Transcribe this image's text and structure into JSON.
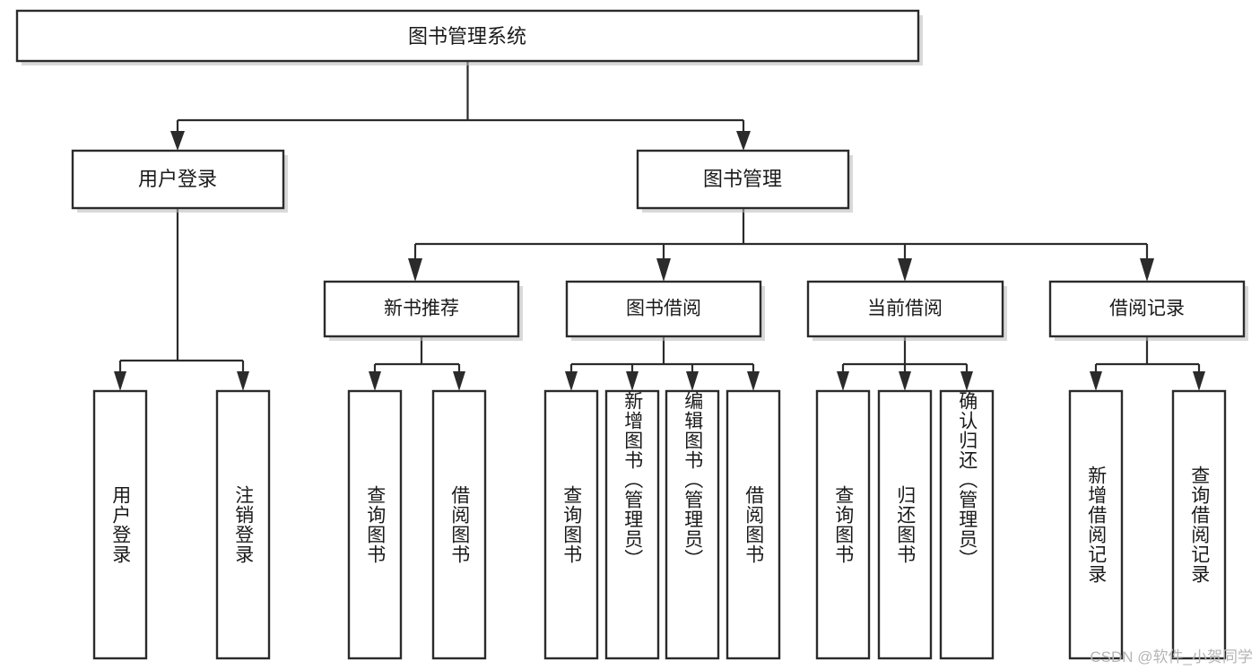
{
  "diagram": {
    "type": "tree-hierarchy",
    "title": "图书管理系统",
    "root": {
      "label": "图书管理系统"
    },
    "level2": [
      {
        "label": "用户登录"
      },
      {
        "label": "图书管理"
      }
    ],
    "level3": [
      {
        "label": "新书推荐"
      },
      {
        "label": "图书借阅"
      },
      {
        "label": "当前借阅"
      },
      {
        "label": "借阅记录"
      }
    ],
    "leaves": {
      "user_login": [
        {
          "label": "用户登录"
        },
        {
          "label": "注销登录"
        }
      ],
      "new_book_recommend": [
        {
          "label": "查询图书"
        },
        {
          "label": "借阅图书"
        }
      ],
      "book_borrow": [
        {
          "label": "查询图书"
        },
        {
          "label": "新增图书（管理员）"
        },
        {
          "label": "编辑图书（管理员）"
        },
        {
          "label": "借阅图书"
        }
      ],
      "current_borrow": [
        {
          "label": "查询图书"
        },
        {
          "label": "归还图书"
        },
        {
          "label": "确认归还（管理员）"
        }
      ],
      "borrow_record": [
        {
          "label": "新增借阅记录"
        },
        {
          "label": "查询借阅记录"
        }
      ]
    }
  },
  "watermark": {
    "text": "CSDN @软件_小贺同学"
  },
  "colors": {
    "box_stroke": "#2b2b2b",
    "box_fill": "#ffffff",
    "text": "#1a1a1a",
    "background": "#ffffff",
    "watermark": "#b5b5b5"
  }
}
